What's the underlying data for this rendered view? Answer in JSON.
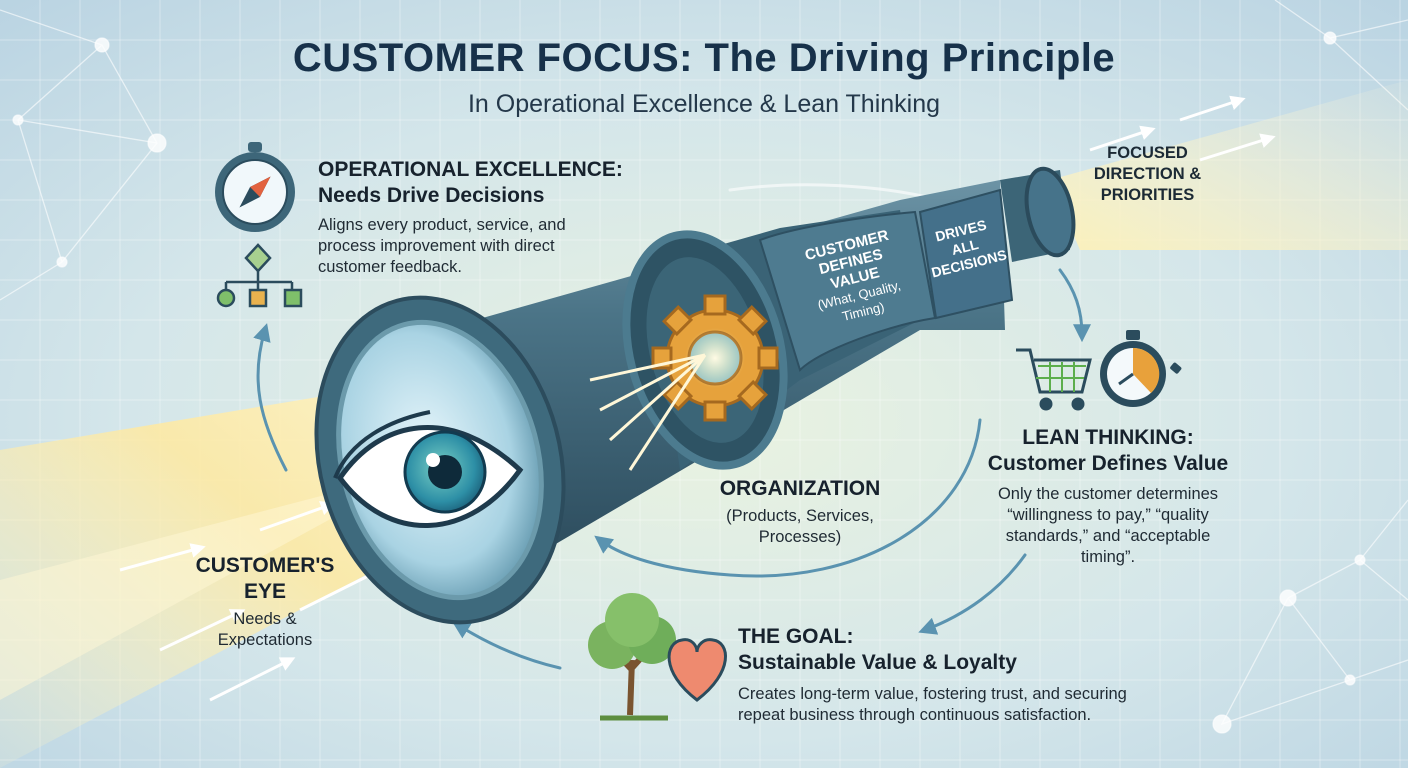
{
  "header": {
    "title": "CUSTOMER FOCUS: The Driving Principle",
    "subtitle": "In Operational Excellence & Lean Thinking"
  },
  "operational_excellence": {
    "heading": "OPERATIONAL EXCELLENCE:",
    "subheading": "Needs Drive Decisions",
    "body": [
      "Aligns every product, service, and",
      "process improvement with direct",
      "customer feedback."
    ]
  },
  "telescope": {
    "band1": [
      "CUSTOMER",
      "DEFINES",
      "VALUE",
      "(What, Quality,",
      "Timing)"
    ],
    "band2": [
      "DRIVES",
      "ALL",
      "DECISIONS"
    ]
  },
  "focused_direction": [
    "FOCUSED",
    "DIRECTION &",
    "PRIORITIES"
  ],
  "lean_thinking": {
    "heading": "LEAN THINKING:",
    "subheading": "Customer Defines Value",
    "body": [
      "Only the customer determines",
      "“willingness to pay,” “quality",
      "standards,” and “acceptable",
      "timing”."
    ]
  },
  "organization": {
    "heading": "ORGANIZATION",
    "body": [
      "(Products, Services,",
      "Processes)"
    ]
  },
  "customer_eye": {
    "heading": [
      "CUSTOMER'S",
      "EYE"
    ],
    "body": [
      "Needs &",
      "Expectations"
    ]
  },
  "goal": {
    "heading": "THE GOAL:",
    "subheading": "Sustainable Value & Loyalty",
    "body": [
      "Creates long-term value, fostering trust, and securing",
      "repeat business through continuous satisfaction."
    ]
  },
  "colors": {
    "background": "#cfe3ec",
    "title": "#17314a",
    "telescope": "#3f6679",
    "gear": "#e6a23c",
    "arrow": "#4f8aa8",
    "heart": "#ee8a6f",
    "tree": "#6fae5a"
  },
  "icons": [
    "compass-icon",
    "flowchart-icon",
    "eye-icon",
    "gear-icon",
    "shopping-cart-icon",
    "stopwatch-icon",
    "tree-icon",
    "heart-icon"
  ]
}
